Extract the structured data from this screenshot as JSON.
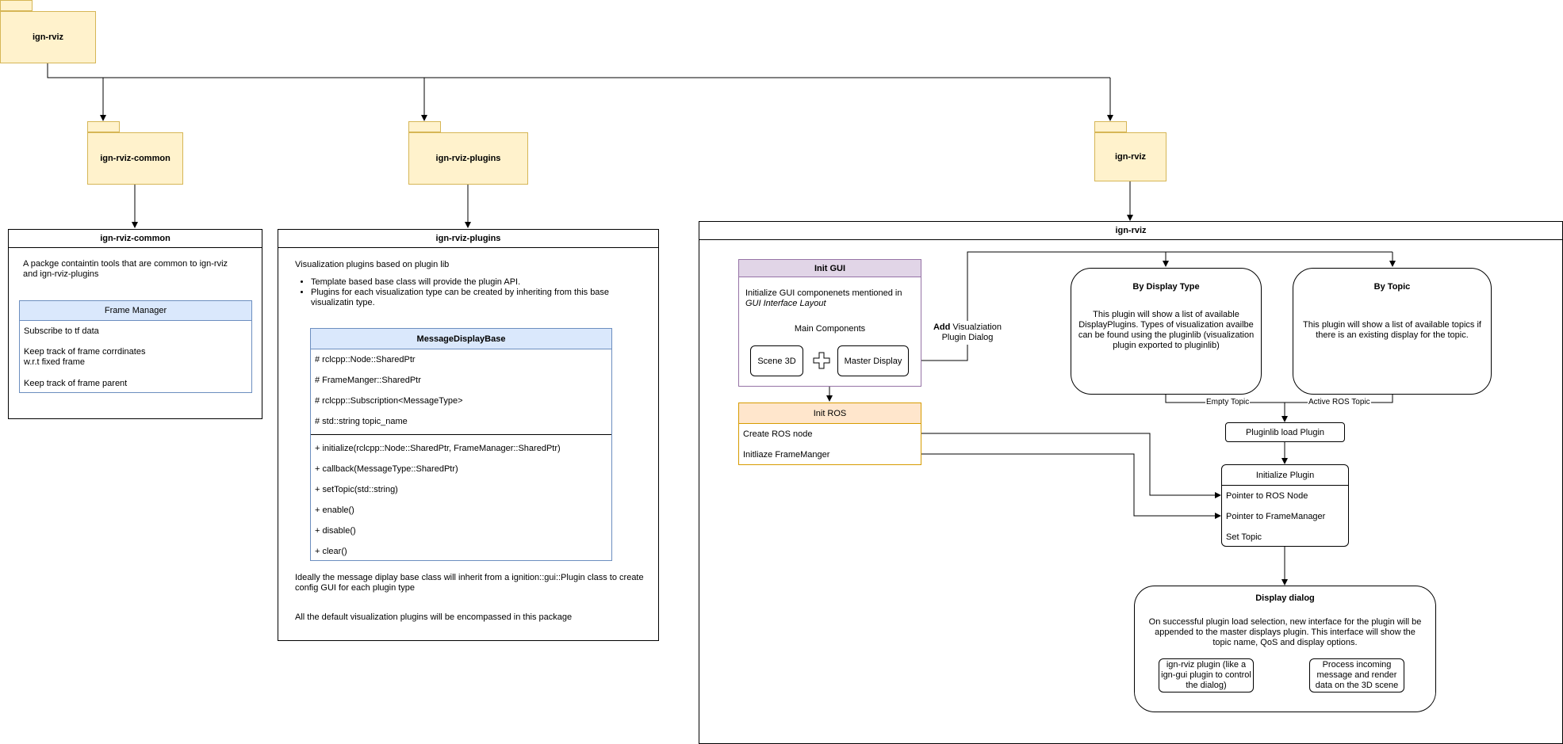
{
  "top_package": {
    "label": "ign-rviz"
  },
  "packages": {
    "common": {
      "label": "ign-rviz-common"
    },
    "plugins": {
      "label": "ign-rviz-plugins"
    },
    "rviz": {
      "label": "ign-rviz"
    }
  },
  "common_frame": {
    "title": "ign-rviz-common",
    "description": "A packge containtin tools that are common to ign-rviz and ign-rviz-plugins",
    "frame_manager": {
      "title": "Frame Manager",
      "items": [
        "Subscribe to tf data",
        "Keep track of frame corrdinates w.r.t fixed frame",
        "Keep track of frame parent"
      ]
    }
  },
  "plugins_frame": {
    "title": "ign-rviz-plugins",
    "description": "Visualization plugins based on plugin lib",
    "bullets": [
      "Template based base class will provide the plugin API.",
      "Plugins for each visualization type can be created by inheriting from this base visualizatin type."
    ],
    "class_box": {
      "title": "MessageDisplayBase",
      "attributes": [
        "# rclcpp::Node::SharedPtr",
        "# FrameManger::SharedPtr",
        "# rclcpp::Subscription<MessageType>",
        "# std::string topic_name"
      ],
      "methods": [
        "+ initialize(rclcpp::Node::SharedPtr, FrameManager::SharedPtr)",
        "+ callback(MessageType::SharedPtr)",
        "+ setTopic(std::string)",
        "+ enable()",
        "+ disable()",
        "+ clear()"
      ]
    },
    "note1": "Ideally the message diplay base class will inherit from a ignition::gui::Plugin class to create config GUI for each plugin type",
    "note2": "All the default visualization plugins will be encompassed in this package"
  },
  "rviz_frame": {
    "title": "ign-rviz",
    "init_gui": {
      "title": "Init GUI",
      "desc_prefix": "Initialize GUI componenets mentioned in ",
      "desc_italic": "GUI Interface Layout",
      "main_components": "Main Components",
      "scene": "Scene 3D",
      "master": "Master Display"
    },
    "add_dialog": {
      "bold": "Add",
      "rest": " Visualziation Plugin Dialog"
    },
    "init_ros": {
      "title": "Init ROS",
      "items": [
        "Create ROS node",
        "Initliaze FrameManger"
      ]
    },
    "by_display_type": {
      "title": "By Display Type",
      "text": "This plugin will show a list of available DisplayPlugins. Types of visualization availbe can be found using the pluginlib (visualization plugin exported to pluginlib)"
    },
    "by_topic": {
      "title": "By Topic",
      "text": "This plugin will show a list of available topics if there is an existing display for the topic."
    },
    "empty_topic": "Empty Topic",
    "active_topic": "Active ROS Topic",
    "pluginlib_load": "Pluginlib load Plugin",
    "initialize_plugin": {
      "title": "Initialize Plugin",
      "items": [
        "Pointer to ROS Node",
        "Pointer to FrameManager",
        "Set Topic"
      ]
    },
    "display_dialog": {
      "title": "Display dialog",
      "text": "On successful plugin load selection, new interface for the plugin will be appended to the master displays plugin. This interface will show the topic name, QoS and display options.",
      "box1": "ign-rviz plugin (like a ign-gui plugin to control the dialog)",
      "box2": "Process incoming message and render data on the 3D scene"
    }
  }
}
